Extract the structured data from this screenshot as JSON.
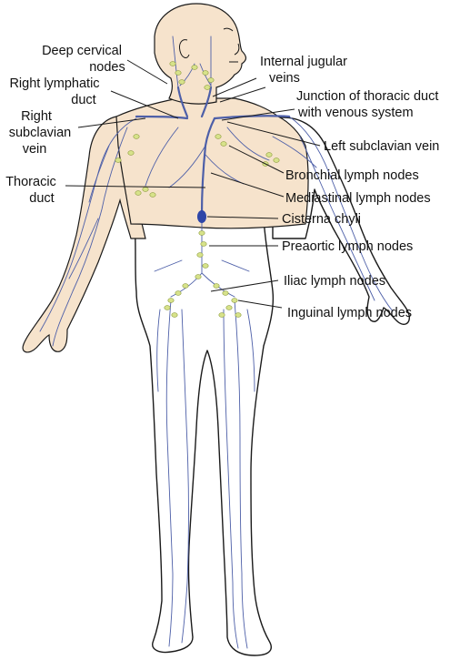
{
  "colors": {
    "skin": "#f6e3cc",
    "vessel": "#4d5fa8",
    "node": "#d7e28a",
    "cisterna": "#2e46a8",
    "outline": "#1a1a1a"
  },
  "labels": {
    "deep_cervical_1": "Deep cervical",
    "deep_cervical_2": "nodes",
    "right_lymphatic_1": "Right lymphatic",
    "right_lymphatic_2": "duct",
    "right_subclavian_1": "Right",
    "right_subclavian_2": "subclavian",
    "right_subclavian_3": "vein",
    "thoracic_1": "Thoracic",
    "thoracic_2": "duct",
    "internal_jugular_1": "Internal jugular",
    "internal_jugular_2": "veins",
    "junction_1": "Junction of thoracic duct",
    "junction_2": "with venous system",
    "left_subclavian": "Left subclavian vein",
    "bronchial": "Bronchial lymph nodes",
    "mediastinal": "Mediastinal lymph nodes",
    "cisterna": "Cisterna chyli",
    "preaortic": "Preaortic lymph nodes",
    "iliac": "Iliac lymph nodes",
    "inguinal": "Inguinal lymph nodes"
  }
}
